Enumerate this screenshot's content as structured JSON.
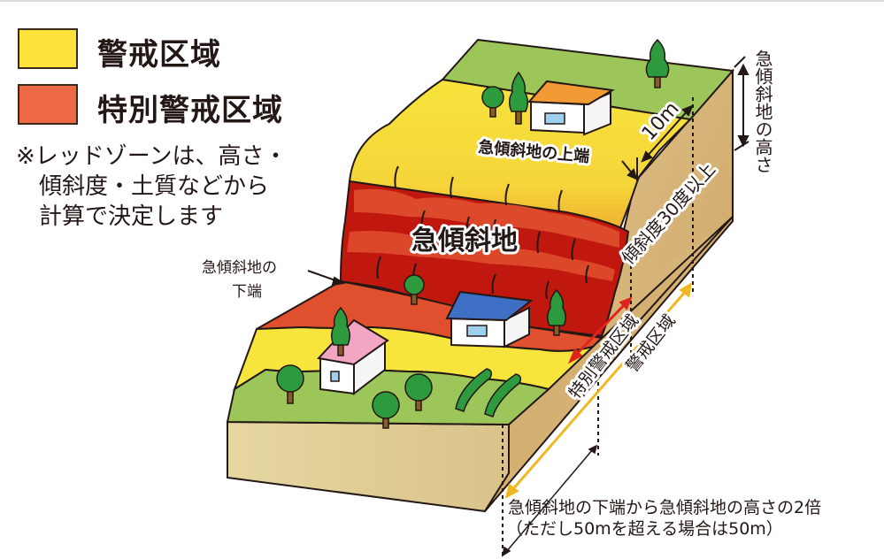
{
  "legend": {
    "items": [
      {
        "label": "警戒区域",
        "color": "#fde23b",
        "name": "warning-zone"
      },
      {
        "label": "特別警戒区域",
        "color": "#ee6a47",
        "name": "special-warning-zone"
      }
    ],
    "note_lines": [
      "※レッドゾーンは、高さ・",
      "　傾斜度・土質などから",
      "　計算で決定します"
    ]
  },
  "diagram": {
    "slope_label": "急傾斜地",
    "slope_top_label": "急傾斜地の上端",
    "slope_bottom_label_lines": [
      "急傾斜地の",
      "下端"
    ],
    "top_distance_label": "10m",
    "slope_height_label": "急傾斜地の高さ",
    "slope_angle_label": "傾斜度30度以上",
    "special_zone_label": "特別警戒区域",
    "warning_zone_label": "警戒区域",
    "bottom_distance_lines": [
      "急傾斜地の下端から急傾斜地の高さの2倍",
      "（ただし50mを超える場合は50m）"
    ]
  },
  "colors": {
    "yellow_zone": "#f7e43c",
    "red_zone": "#e0502f",
    "red_dark": "#c0170f",
    "grass": "#9cc55a",
    "soil": "#d8b77c",
    "arrow_red": "#e0241b",
    "arrow_yellow": "#f0b820"
  }
}
